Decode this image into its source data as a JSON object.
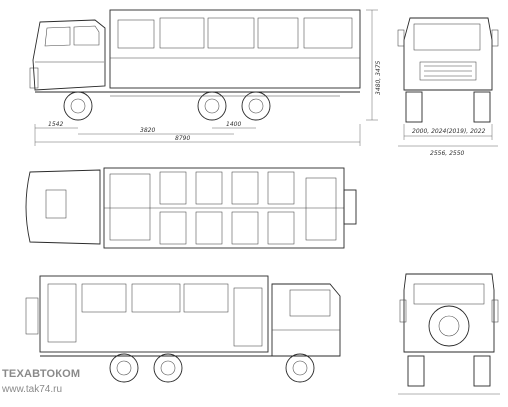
{
  "watermark": {
    "line1": "ТЕХАВТОКОМ",
    "line2": "www.tak74.ru"
  },
  "dimensions": {
    "front_overhang": "1542",
    "wheelbase_front": "3820",
    "rear_axles": "1400",
    "overall_length": "8790",
    "height": "3480, 3475",
    "track": "2000, 2024(2019), 2022",
    "overall_width": "2556, 2550"
  },
  "colors": {
    "line": "#2a2a2a",
    "paper": "#ffffff",
    "watermark": "#8a8a8a"
  }
}
